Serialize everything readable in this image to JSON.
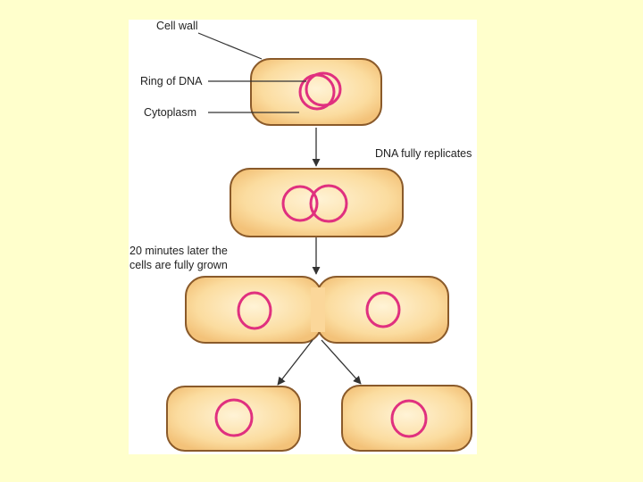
{
  "labels": {
    "cell_wall": "Cell wall",
    "ring_of_dna": "Ring of DNA",
    "cytoplasm": "Cytoplasm",
    "dna_replicates": "DNA fully replicates",
    "grown_line1": "20 minutes later the",
    "grown_line2": "cells are fully grown"
  },
  "colors": {
    "background": "#ffffcc",
    "panel": "#ffffff",
    "cell_fill": "#fbd79a",
    "cell_outline": "#8a5a2a",
    "dna": "#e0307f",
    "arrow": "#333333"
  }
}
